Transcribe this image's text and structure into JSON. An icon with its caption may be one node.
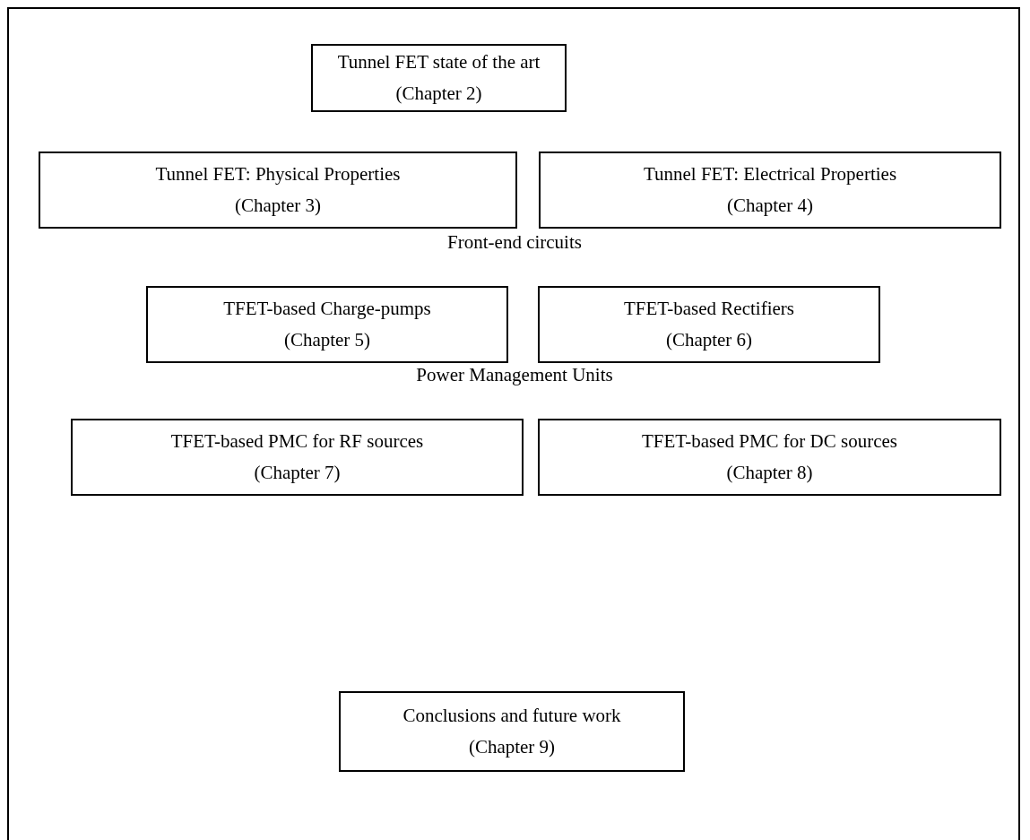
{
  "diagram": {
    "nodes": [
      {
        "text": [
          "Tunnel FET state of the art",
          "(Chapter 2)"
        ]
      },
      {
        "text": [
          "Tunnel FET: Physical Properties",
          "(Chapter 3)"
        ]
      },
      {
        "text": [
          "Tunnel FET: Electrical Properties",
          "(Chapter 4)"
        ]
      },
      {
        "text": [
          "TFET-based Charge-pumps",
          "(Chapter 5)"
        ]
      },
      {
        "text": [
          "TFET-based Rectifiers",
          "(Chapter 6)"
        ]
      },
      {
        "text": [
          "TFET-based PMC for RF sources",
          "(Chapter 7)"
        ]
      },
      {
        "text": [
          "TFET-based PMC for DC sources",
          "(Chapter 8)"
        ]
      },
      {
        "text": [
          "Conclusions and future work",
          "(Chapter 9)"
        ]
      }
    ],
    "edges": [],
    "labels": [
      "Front-end circuits",
      "Power Management Units"
    ]
  }
}
